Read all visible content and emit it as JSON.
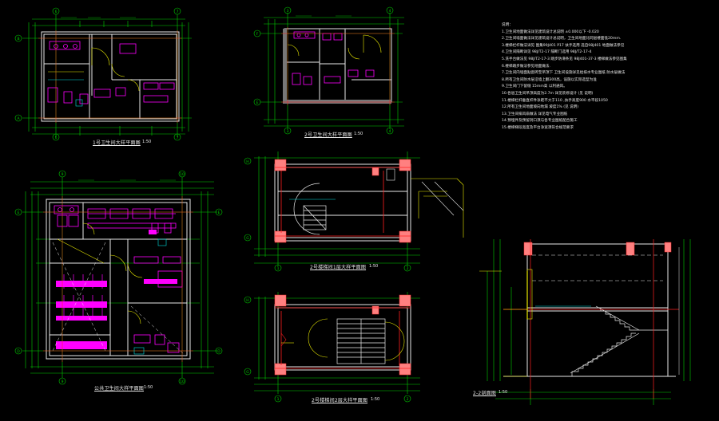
{
  "drawing": {
    "titles": {
      "plan1": "1号卫生间大样平面图",
      "plan2": "2号卫生间大样平面图",
      "plan3": "公共卫生间大样平面图",
      "stair1": "2号楼梯间1层大样平面图",
      "stair2": "2号楼梯间2层大样平面图",
      "section": "2-2剖面图"
    },
    "scales": {
      "plan1": "1:50",
      "plan2": "1:50",
      "plan3": "1:50",
      "stair1": "1:50",
      "stair2": "1:50",
      "section": "1:50"
    },
    "axis_labels": {
      "plan1_top": [
        "6",
        "7"
      ],
      "plan1_bottom": [
        "6",
        "7"
      ],
      "plan1_left": [
        "B",
        "A"
      ],
      "plan2_top": [
        "3",
        "4"
      ],
      "plan2_bottom": [
        "3",
        "4"
      ],
      "plan2_left": [
        "F",
        "E"
      ],
      "plan3_top": [
        "9",
        "10"
      ],
      "plan3_bottom": [
        "9",
        "10"
      ],
      "plan3_left": [
        "E",
        "D"
      ],
      "plan3_right": [
        "E",
        "D"
      ],
      "stair1_left": [
        "H",
        "G"
      ],
      "stair1_bottom": [
        "1",
        "2"
      ],
      "stair2_left": [
        "H",
        "G"
      ],
      "stair2_bottom": [
        "1",
        "2"
      ]
    },
    "notes": [
      "说明：",
      "1.卫生间地面做法详见建筑设计总说明  ±0.000以下  -0.020",
      "2.卫生间墙面做法详见建筑设计总说明，卫生间地面比同层楼面低20mm.",
      "3.楼梯栏杆做法详见  图集99J401  P17  扶手选用 选自98J401  地面做法参见",
      "4.卫生间隔断详见  98J/T2-17  隔断门选用  98J/T2-17-4",
      "5.洗手台做法见 98J/T2-17-3   踏步防滑条见 98J401-37-3  楼梯做法参见图集",
      "6.楼梯踏步做法参见地面做法.",
      "7.卫生间内墙面贴瓷砖至吊顶下  卫生间设施详见给排水专业图纸 防水层做法",
      "8.所有卫生间防水层沿墙上翻300高，设施以实际选型为准",
      "9.卫生间门下留缝 15mm高 以利通风。",
      "10.各层卫生间吊顶高度为2.7m 详见装修设计 (见 说明)",
      "11.楼梯栏杆垂直杆件净距不大于110 ,扶手高度900 水平段1050",
      "12.所有卫生间地面坡向地漏 坡度1%  (见 说明)",
      "13.卫生间排风扇做法 详见电气专业图纸",
      "14.预埋件及预留洞口须与各专业图纸配合施工",
      "15.楼梯梯段宽度及平台净宽须符合规范要求"
    ]
  }
}
